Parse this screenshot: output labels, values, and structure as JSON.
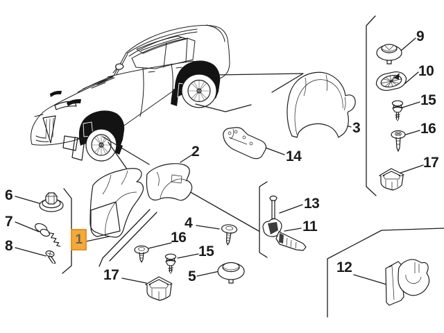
{
  "theme": {
    "bg": "#ffffff",
    "line": "#1b1b1b",
    "dark": "#131313",
    "hl_bg": "#F5A93B",
    "hl_bd": "#DE9427",
    "hl_tx": "#6E6248"
  },
  "selected_part_ref": "1",
  "labels": [
    {
      "text": "9"
    },
    {
      "text": "10"
    },
    {
      "text": "15"
    },
    {
      "text": "16"
    },
    {
      "text": "17"
    },
    {
      "text": "3"
    },
    {
      "text": "14"
    },
    {
      "text": "2"
    },
    {
      "text": "6"
    },
    {
      "text": "7"
    },
    {
      "text": "8"
    },
    {
      "text": "1"
    },
    {
      "text": "4"
    },
    {
      "text": "16"
    },
    {
      "text": "15"
    },
    {
      "text": "5"
    },
    {
      "text": "17"
    },
    {
      "text": "13"
    },
    {
      "text": "11"
    },
    {
      "text": "12"
    }
  ]
}
